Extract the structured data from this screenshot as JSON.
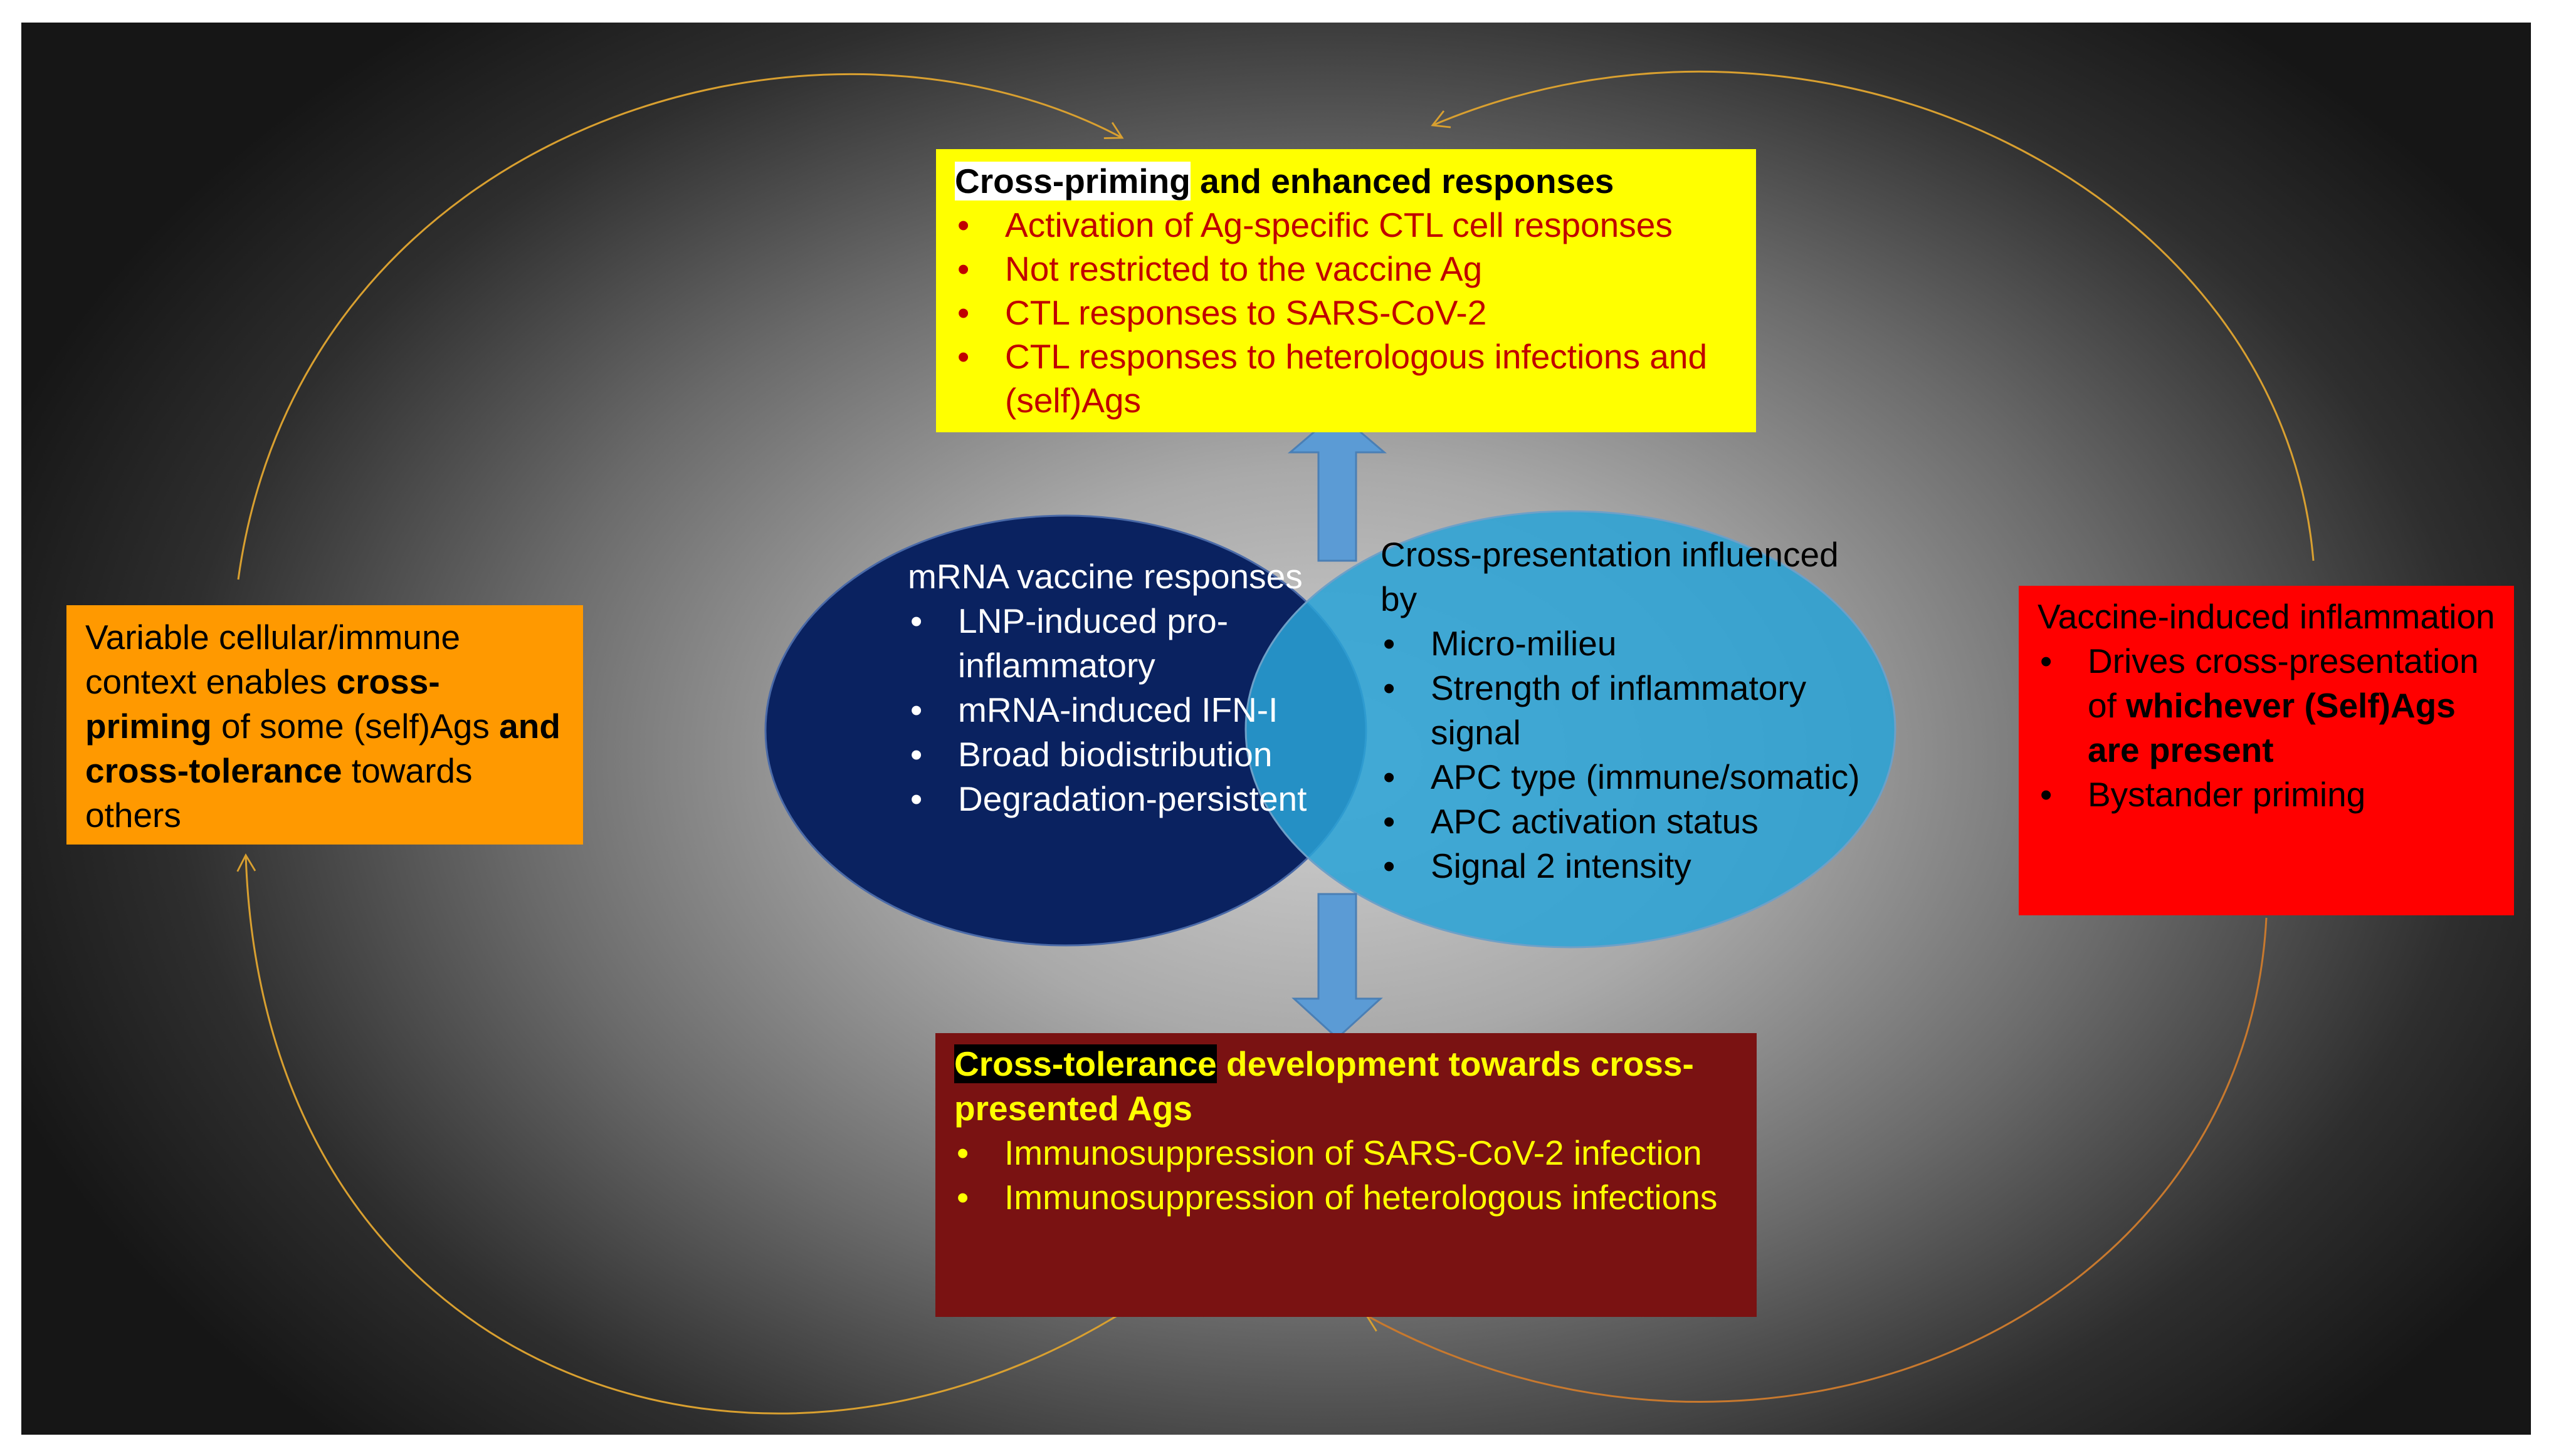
{
  "colors": {
    "top_box": "#ffff00",
    "bottom_box": "#7a1212",
    "left_box": "#ff9900",
    "right_box": "#ff0000",
    "left_ellipse": "#0a2260",
    "right_ellipse": "#2aa3d6",
    "arrow_fill": "#5b9bd5",
    "connector": "#d9a030"
  },
  "top_box": {
    "title_highlight": "Cross-priming",
    "title_rest": " and enhanced responses",
    "items": [
      "Activation of Ag-specific CTL cell responses",
      "Not restricted to the vaccine Ag",
      "CTL responses to SARS-CoV-2",
      "CTL responses to heterologous infections and (self)Ags"
    ]
  },
  "bottom_box": {
    "title_highlight": "Cross-tolerance",
    "title_rest": " development towards cross-presented Ags",
    "items": [
      "Immunosuppression of SARS-CoV-2 infection",
      "Immunosuppression of heterologous infections"
    ]
  },
  "left_box": {
    "t1": "Variable cellular/immune context enables ",
    "t2": "cross-priming",
    "t3": " of some (self)Ags ",
    "t4": "and cross-tolerance",
    "t5": " towards others"
  },
  "right_box": {
    "title": "Vaccine-induced inflammation",
    "item1_a": "Drives cross-presentation of ",
    "item1_b": "whichever (Self)Ags are present",
    "item2": "Bystander priming"
  },
  "left_ellipse": {
    "title": "mRNA vaccine responses",
    "items": [
      "LNP-induced pro-inflammatory",
      "mRNA-induced IFN-I",
      "Broad biodistribution",
      "Degradation-persistent"
    ]
  },
  "right_ellipse": {
    "title": "Cross-presentation influenced by",
    "items": [
      "Micro-milieu",
      "Strength of inflammatory signal",
      "APC type (immune/somatic)",
      "APC activation status",
      "Signal 2 intensity"
    ]
  }
}
